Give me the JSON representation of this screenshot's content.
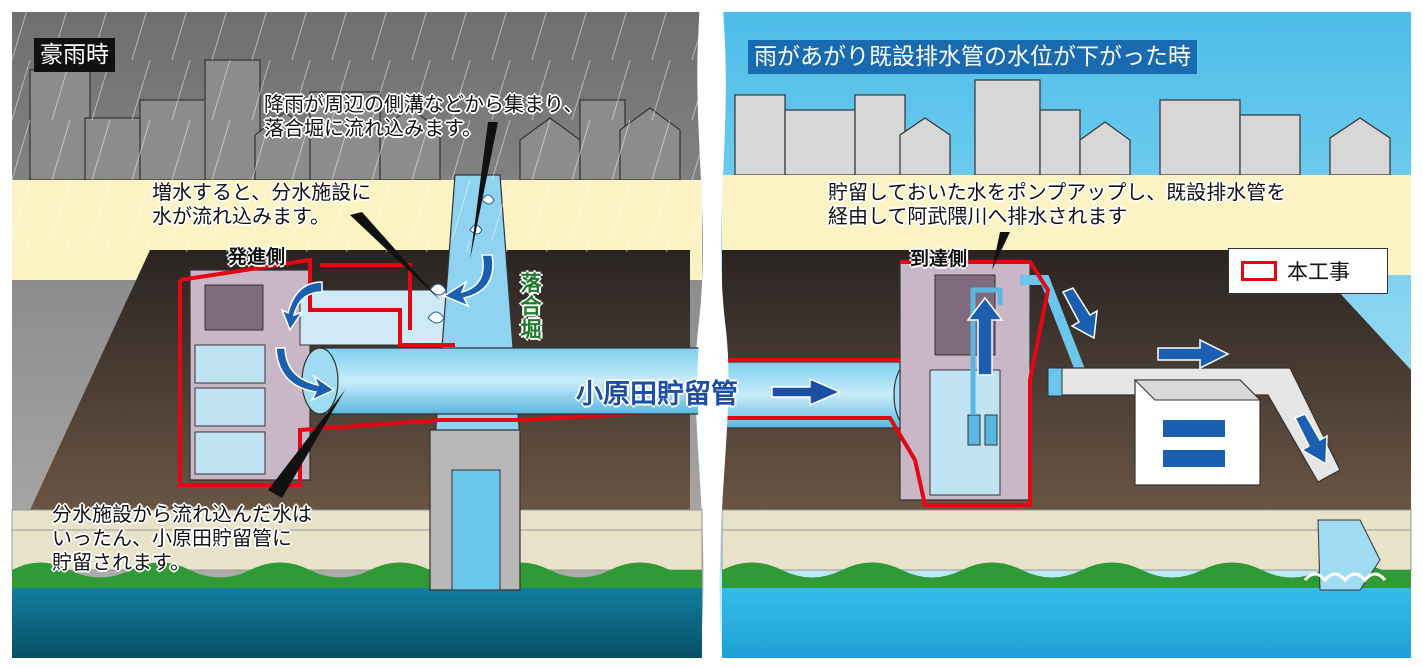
{
  "left_panel": {
    "title": "豪雨時",
    "callout_rain": [
      "降雨が周辺の側溝などから集まり、",
      "落合堀に流れ込みます。"
    ],
    "callout_overflow": [
      "増水すると、分水施設に",
      "水が流れ込みます。"
    ],
    "callout_storage": [
      "分水施設から流れ込んだ水は",
      "いったん、小原田貯留管に",
      "貯留されます。"
    ],
    "start_side_label": "発進側",
    "channel_label": "落合堀"
  },
  "center": {
    "pipe_label": "小原田貯留管"
  },
  "right_panel": {
    "title": "雨があがり既設排水管の水位が下がった時",
    "callout_pump": [
      "貯留しておいた水をポンプアップし、既設排水管を",
      "経由して阿武隈川へ排水されます"
    ],
    "arrival_side_label": "到達側"
  },
  "legend": {
    "label": "本工事",
    "color": "#e30613"
  },
  "colors": {
    "storm_sky": "#8a8a8a",
    "clear_sky": "#4fc3ee",
    "storm_river": "#0b6e8c",
    "clear_river": "#2bb6e8",
    "construction_outline": "#e30613",
    "flow_arrow": "#1b5fb0"
  }
}
